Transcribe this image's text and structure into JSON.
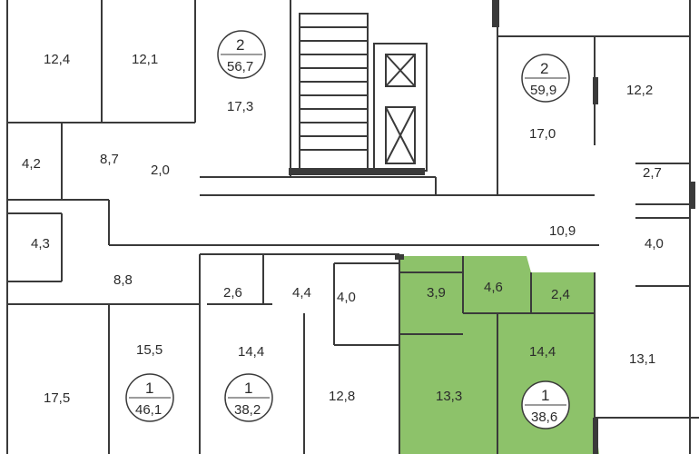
{
  "highlight_color": "#8dc26a",
  "wall_color": "#3a3a3a",
  "apartments": [
    {
      "id": "apt-56",
      "rooms": "2",
      "area": "56,7"
    },
    {
      "id": "apt-59",
      "rooms": "2",
      "area": "59,9"
    },
    {
      "id": "apt-46",
      "rooms": "1",
      "area": "46,1"
    },
    {
      "id": "apt-38-2",
      "rooms": "1",
      "area": "38,2"
    },
    {
      "id": "apt-38-6",
      "rooms": "1",
      "area": "38,6",
      "highlighted": true
    }
  ],
  "rooms": [
    "12,4",
    "12,1",
    "17,3",
    "4,2",
    "8,7",
    "2,0",
    "17,0",
    "12,2",
    "2,7",
    "10,9",
    "4,0",
    "4,3",
    "8,8",
    "2,6",
    "4,4",
    "4,0",
    "3,9",
    "4,6",
    "2,4",
    "17,5",
    "15,5",
    "14,4",
    "12,8",
    "13,3",
    "14,4",
    "13,1"
  ]
}
